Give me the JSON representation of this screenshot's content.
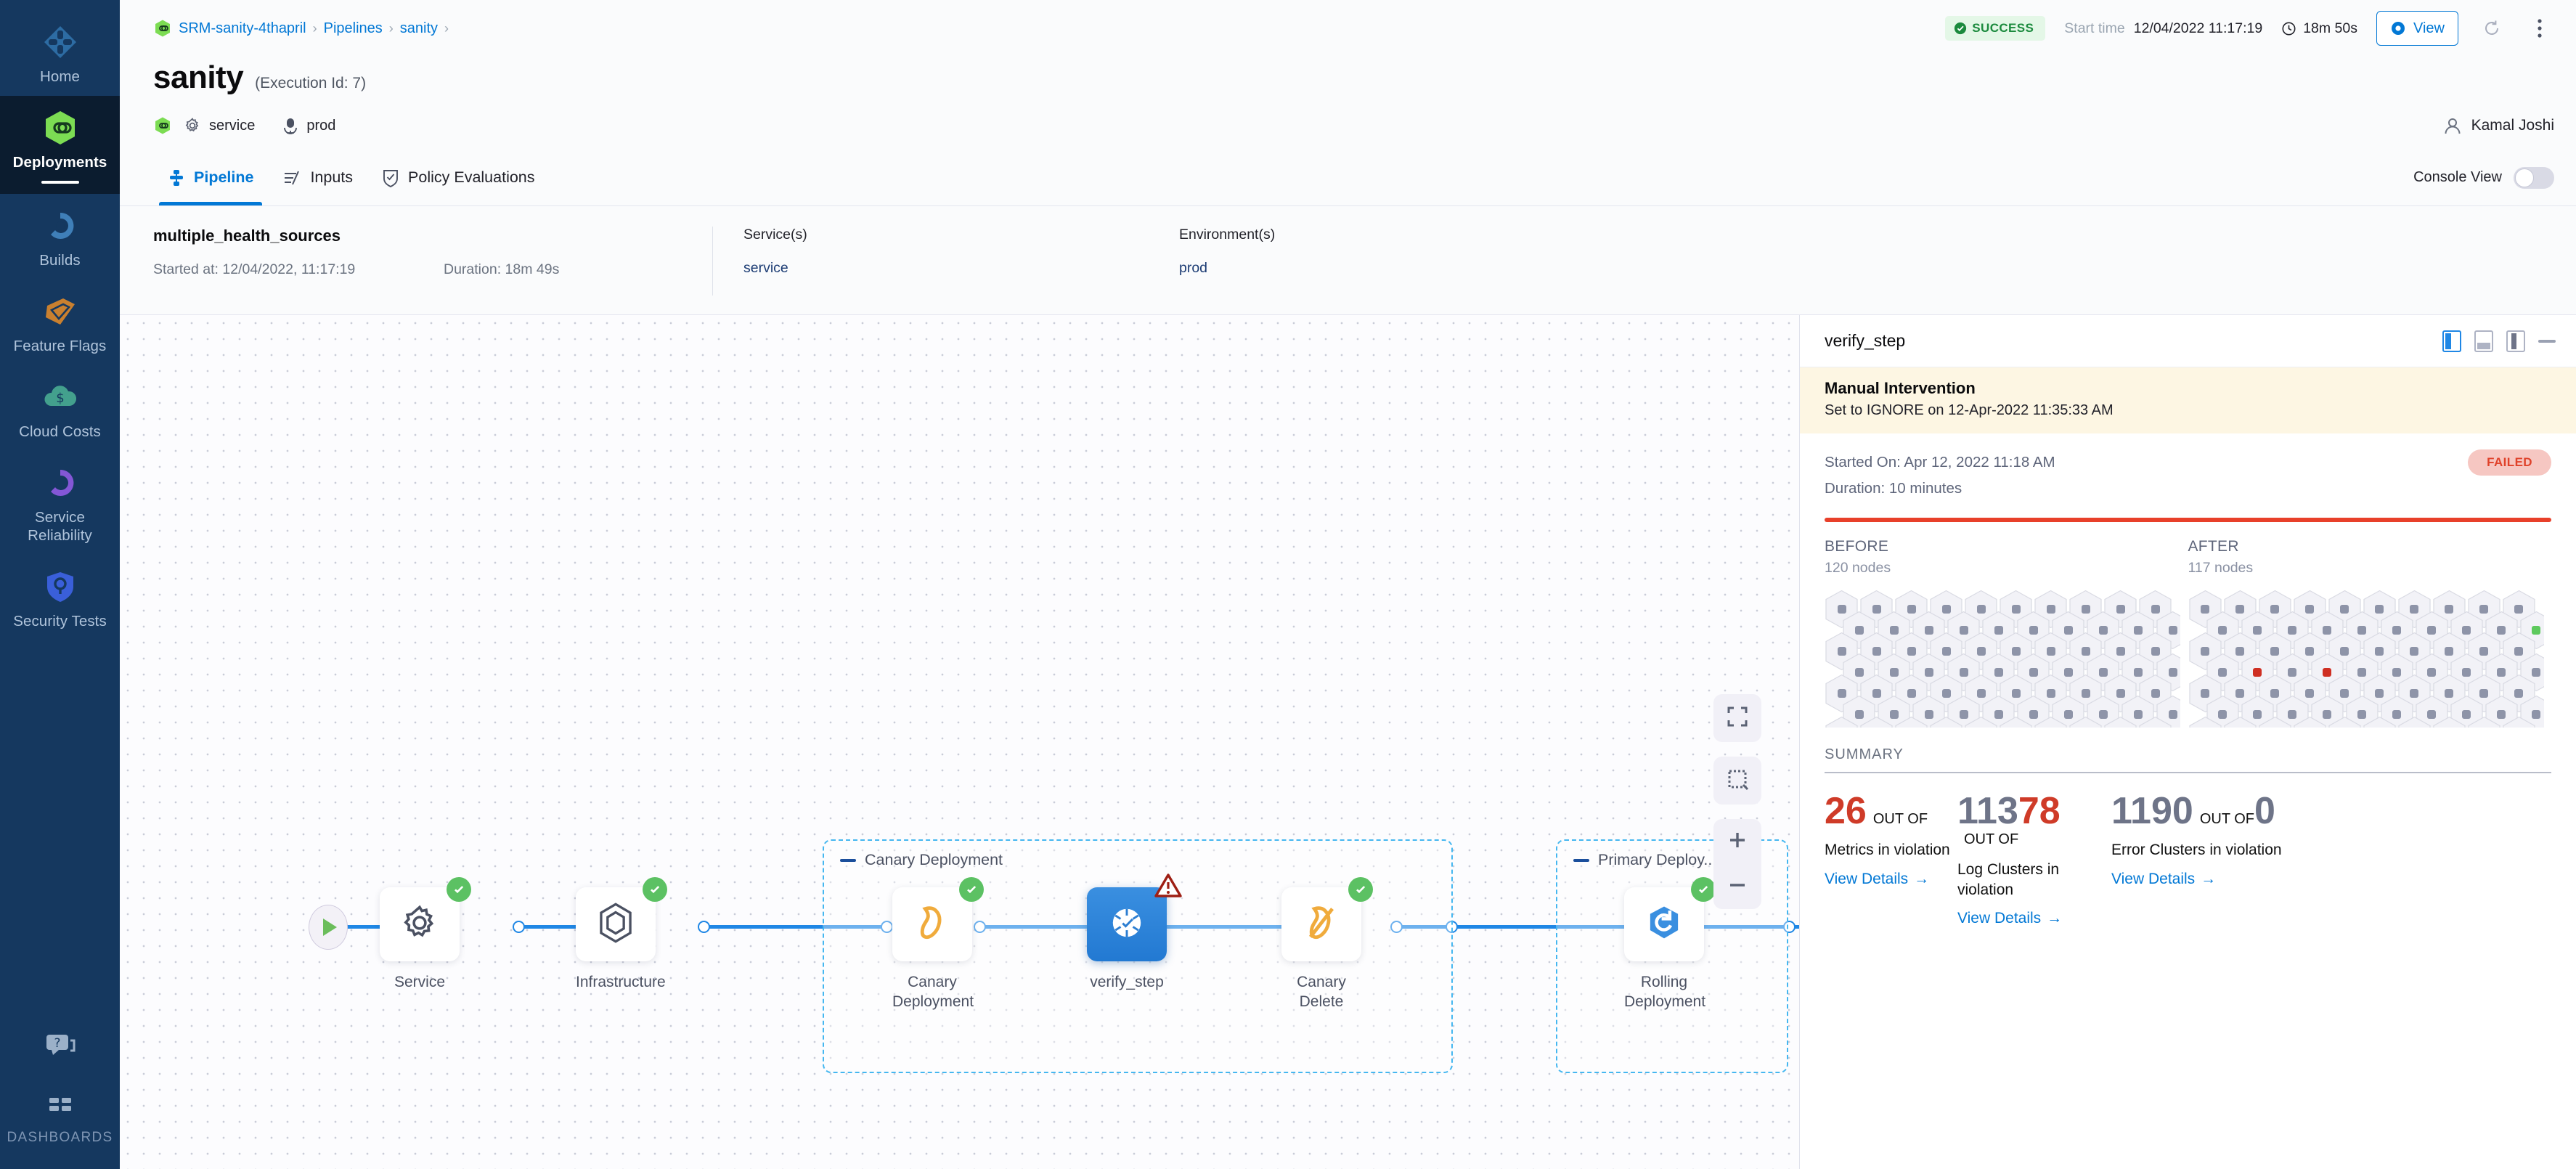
{
  "sidebar": {
    "items": [
      {
        "label": "Home",
        "icon": "home-module-icon",
        "active": false
      },
      {
        "label": "Deployments",
        "icon": "deployments-module-icon",
        "active": true
      },
      {
        "label": "Builds",
        "icon": "builds-module-icon",
        "active": false
      },
      {
        "label": "Feature Flags",
        "icon": "feature-flags-module-icon",
        "active": false
      },
      {
        "label": "Cloud Costs",
        "icon": "cloud-costs-module-icon",
        "active": false
      },
      {
        "label": "Service Reliability",
        "icon": "service-reliability-module-icon",
        "active": false
      },
      {
        "label": "Security Tests",
        "icon": "security-tests-module-icon",
        "active": false
      }
    ],
    "help_icon": "help-chat-icon",
    "dashboards_label": "DASHBOARDS",
    "dashboards_icon": "dashboards-grid-icon"
  },
  "topbar": {
    "breadcrumbs": [
      {
        "label": "SRM-sanity-4thapril"
      },
      {
        "label": "Pipelines"
      },
      {
        "label": "sanity"
      }
    ],
    "separator": "›",
    "status": "SUCCESS",
    "start_time_label": "Start time",
    "start_time_value": "12/04/2022 11:17:19",
    "duration": "18m 50s",
    "view_button": "View",
    "refresh_icon": "refresh-icon",
    "more_icon": "more-vertical-icon"
  },
  "header": {
    "title": "sanity",
    "execution_id": "(Execution Id: 7)",
    "service_chip": "service",
    "environment_chip": "prod",
    "user": "Kamal Joshi"
  },
  "tabs": [
    {
      "label": "Pipeline",
      "icon": "pipeline-icon",
      "active": true
    },
    {
      "label": "Inputs",
      "icon": "inputs-icon",
      "active": false
    },
    {
      "label": "Policy Evaluations",
      "icon": "policy-shield-icon",
      "active": false
    }
  ],
  "console_view": {
    "label": "Console View",
    "enabled": false
  },
  "execution": {
    "stage_name": "multiple_health_sources",
    "started_at": "Started at: 12/04/2022, 11:17:19",
    "duration": "Duration: 18m 49s",
    "services_label": "Service(s)",
    "services_value": "service",
    "environments_label": "Environment(s)",
    "environments_value": "prod"
  },
  "canvas": {
    "start_icon": "play-start-icon",
    "end_icon": "stop-end-icon",
    "groups": [
      {
        "title": "Canary Deployment"
      },
      {
        "title": "Primary Deploy..."
      }
    ],
    "nodes": [
      {
        "label": "Service",
        "icon": "gear-icon",
        "status": "success",
        "selected": false
      },
      {
        "label": "Infrastructure",
        "icon": "hexagon-infra-icon",
        "status": "success",
        "selected": false
      },
      {
        "label": "Canary Deployment",
        "icon": "canary-bird-icon",
        "status": "success",
        "selected": false
      },
      {
        "label": "verify_step",
        "icon": "verify-icon",
        "status": "warning",
        "selected": true
      },
      {
        "label": "Canary Delete",
        "icon": "canary-delete-icon",
        "status": "success",
        "selected": false
      },
      {
        "label": "Rolling Deployment",
        "icon": "rolling-deployment-icon",
        "status": "success",
        "selected": false
      }
    ],
    "controls": [
      {
        "icon": "fit-screen-icon"
      },
      {
        "icon": "select-area-icon"
      },
      {
        "icon": "zoom-in-icon"
      },
      {
        "icon": "zoom-out-icon"
      }
    ]
  },
  "panel": {
    "title": "verify_step",
    "view_icons": [
      "panel-left-view-icon",
      "panel-bottom-view-icon",
      "panel-full-view-icon",
      "panel-minimize-icon"
    ],
    "manual_intervention": {
      "title": "Manual Intervention",
      "subtitle": "Set to IGNORE on 12-Apr-2022 11:35:33 AM"
    },
    "started_on": "Started On: Apr 12, 2022 11:18 AM",
    "duration": "Duration: 10 minutes",
    "status": "FAILED",
    "before": {
      "label": "BEFORE",
      "nodes": "120 nodes"
    },
    "after": {
      "label": "AFTER",
      "nodes": "117 nodes"
    },
    "summary_label": "SUMMARY",
    "cards": [
      {
        "numerator": "26",
        "denominator": "113",
        "out_of": "OUT OF",
        "desc": "Metrics in violation",
        "link": "View Details"
      },
      {
        "numerator": "78",
        "denominator": "119",
        "out_of": "OUT OF",
        "desc": "Log Clusters in violation",
        "link": "View Details"
      },
      {
        "numerator": "0",
        "denominator": "0",
        "out_of": "OUT OF",
        "desc": "Error Clusters in violation",
        "link": "View Details"
      }
    ]
  },
  "colors": {
    "accent": "#0278d5",
    "success": "#1b8a3d",
    "failed": "#e0422a",
    "canary": "#f0ab3c",
    "sidebar": "#15385f"
  }
}
